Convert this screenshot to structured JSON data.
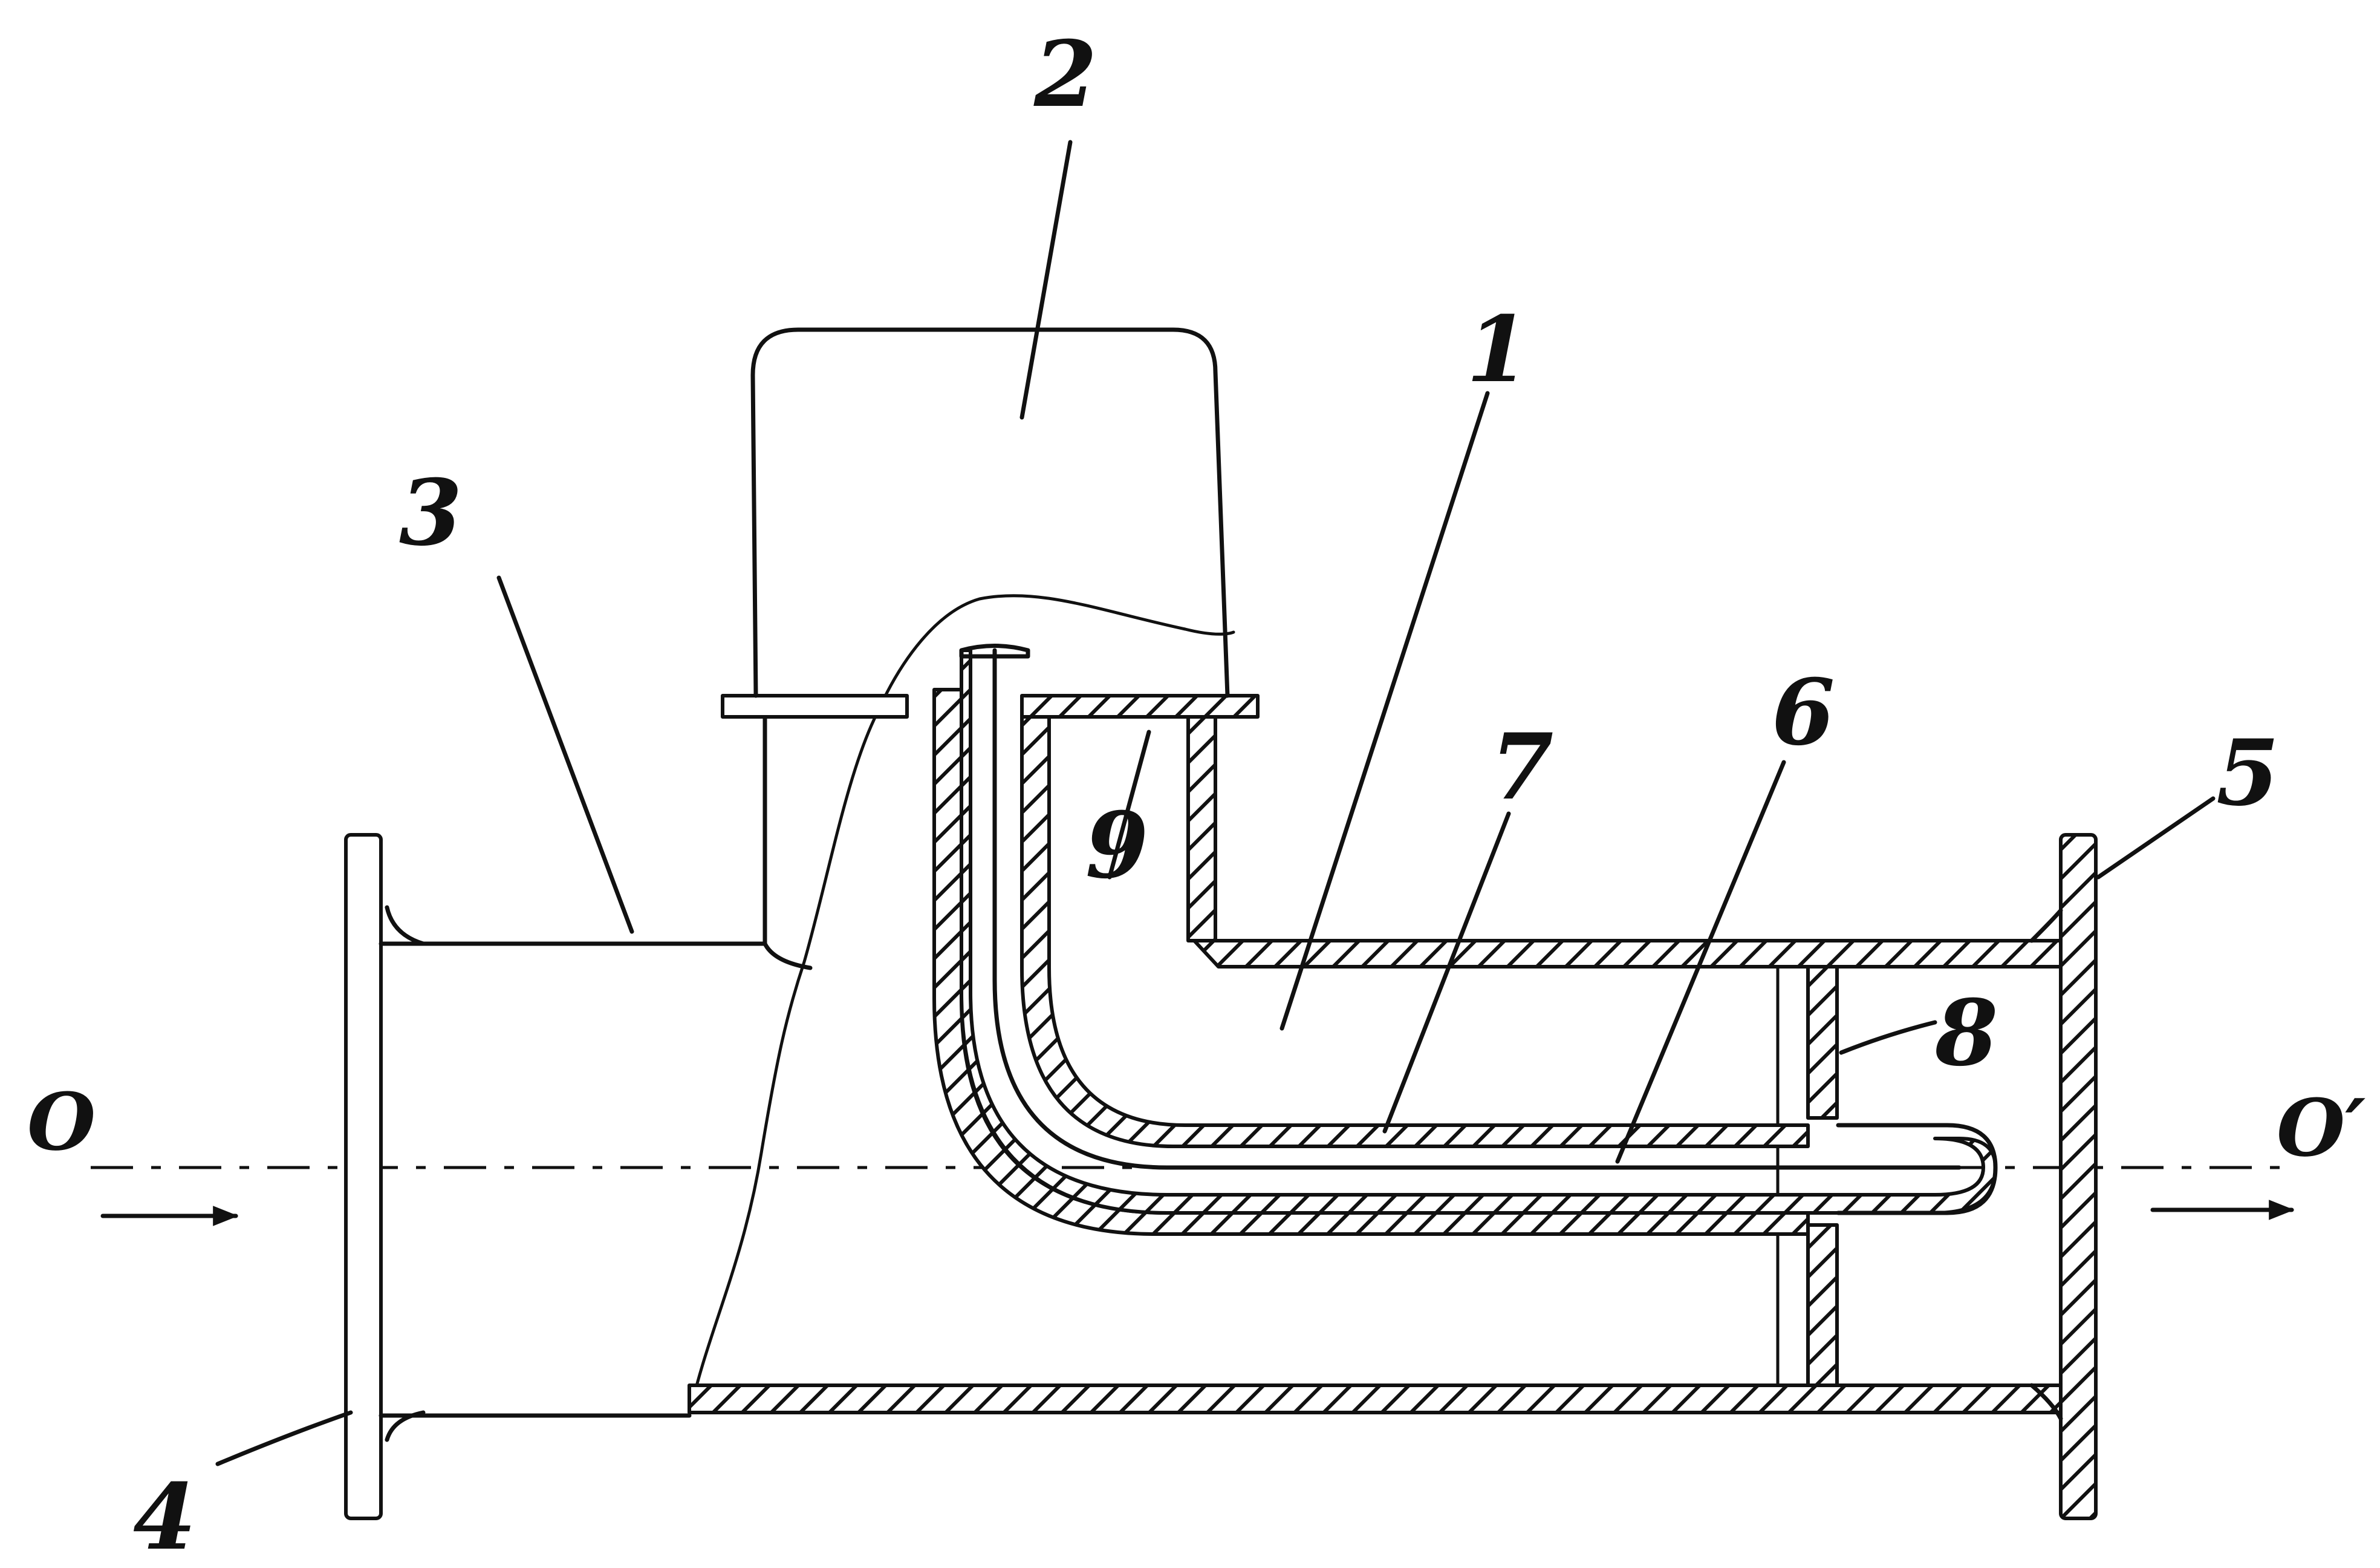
{
  "labels": {
    "l1": "1",
    "l2": "2",
    "l3": "3",
    "l4": "4",
    "l5": "5",
    "l6": "6",
    "l7": "7",
    "l8": "8",
    "l9": "9",
    "inlet": "O",
    "outlet": "O′"
  },
  "colors": {
    "ink": "#111111",
    "paper": "#ffffff"
  }
}
